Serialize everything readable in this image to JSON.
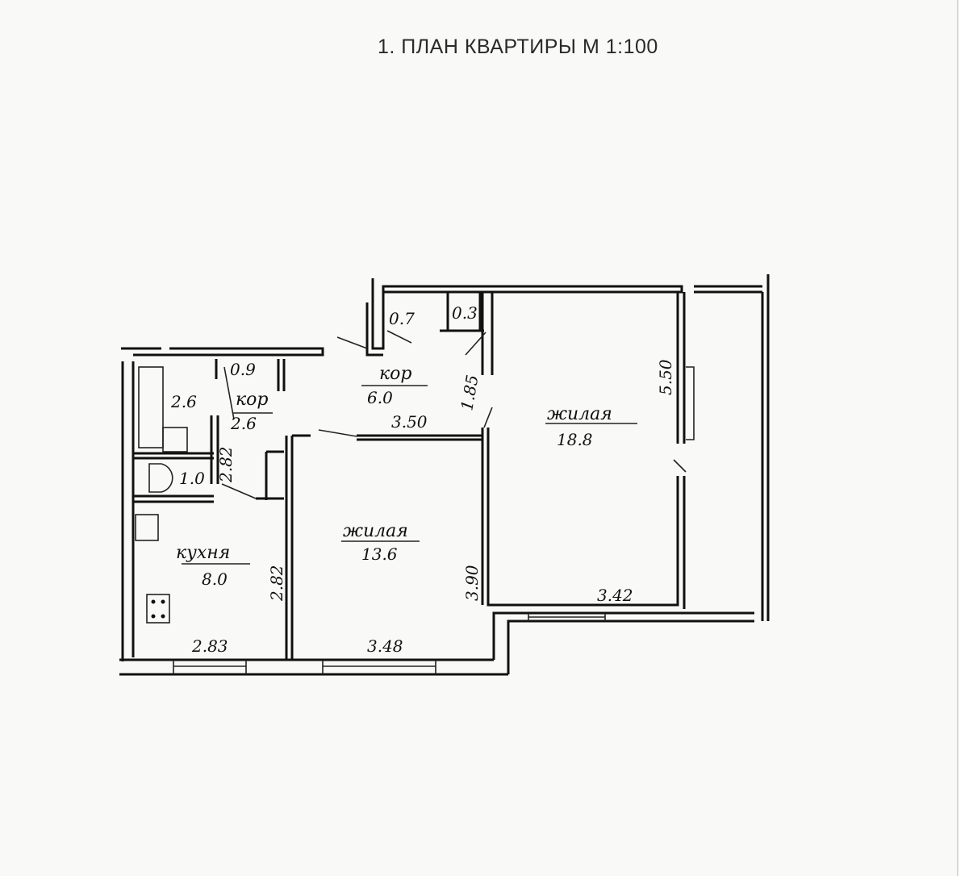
{
  "title": "1. ПЛАН КВАРТИРЫ  М 1:100",
  "rooms": {
    "corridor_main": {
      "label": "кор",
      "area": "6.0",
      "dims": [
        "0.7",
        "0.3",
        "1.85",
        "3.50"
      ]
    },
    "corridor_small": {
      "label": "кор",
      "area": "2.6",
      "dims": [
        "0.9",
        "2.82"
      ]
    },
    "bathroom": {
      "area": "2.6"
    },
    "toilet": {
      "area": "1.0"
    },
    "kitchen": {
      "label": "кухня",
      "area": "8.0",
      "dims": [
        "2.83",
        "2.82"
      ]
    },
    "living_small": {
      "label": "жилая",
      "area": "13.6",
      "dims": [
        "3.48",
        "3.90"
      ]
    },
    "living_large": {
      "label": "жилая",
      "area": "18.8",
      "dims": [
        "3.42",
        "5.50"
      ]
    }
  }
}
